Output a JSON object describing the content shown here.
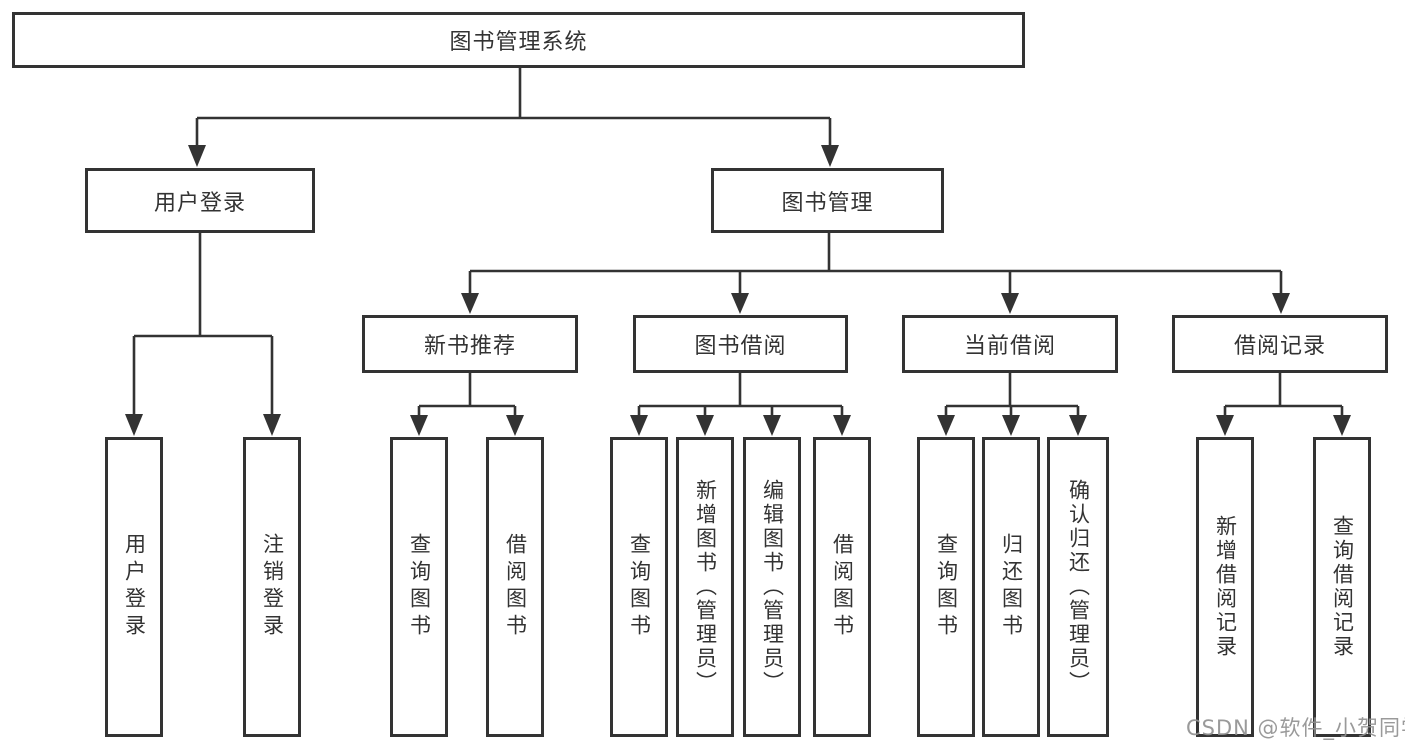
{
  "tree": {
    "root_label": "图书管理系统",
    "branches": [
      {
        "label": "用户登录",
        "children": [
          {
            "label": "用户登录"
          },
          {
            "label": "注销登录"
          }
        ]
      },
      {
        "label": "图书管理",
        "children": [
          {
            "label": "新书推荐",
            "children": [
              {
                "label": "查询图书"
              },
              {
                "label": "借阅图书"
              }
            ]
          },
          {
            "label": "图书借阅",
            "children": [
              {
                "label": "查询图书"
              },
              {
                "label": "新增图书（管理员）"
              },
              {
                "label": "编辑图书（管理员）"
              },
              {
                "label": "借阅图书"
              }
            ]
          },
          {
            "label": "当前借阅",
            "children": [
              {
                "label": "查询图书"
              },
              {
                "label": "归还图书"
              },
              {
                "label": "确认归还（管理员）"
              }
            ]
          },
          {
            "label": "借阅记录",
            "children": [
              {
                "label": "新增借阅记录"
              },
              {
                "label": "查询借阅记录"
              }
            ]
          }
        ]
      }
    ]
  },
  "watermark": {
    "text": "CSDN @软件_小贺同学"
  },
  "colors": {
    "line": "#333333",
    "box_border": "#333333",
    "box_background": "#ffffff",
    "text": "#333333",
    "watermark": "#919191",
    "background": "#ffffff"
  }
}
